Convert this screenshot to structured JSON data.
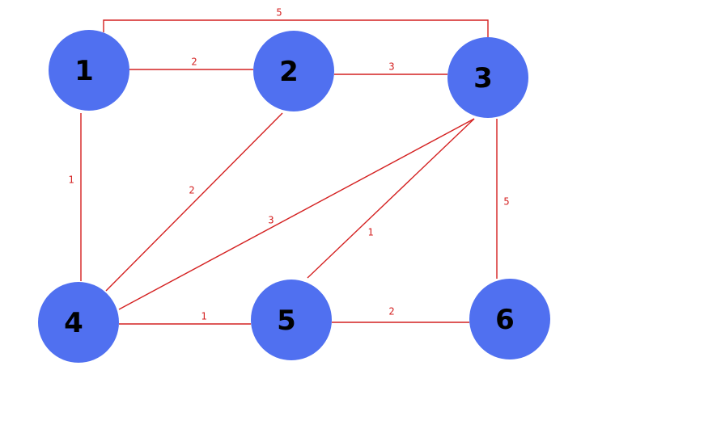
{
  "graph": {
    "nodes": [
      {
        "id": "1",
        "label": "1"
      },
      {
        "id": "2",
        "label": "2"
      },
      {
        "id": "3",
        "label": "3"
      },
      {
        "id": "4",
        "label": "4"
      },
      {
        "id": "5",
        "label": "5"
      },
      {
        "id": "6",
        "label": "6"
      }
    ],
    "edges": [
      {
        "from": "1",
        "to": "3",
        "weight": "5"
      },
      {
        "from": "1",
        "to": "2",
        "weight": "2"
      },
      {
        "from": "2",
        "to": "3",
        "weight": "3"
      },
      {
        "from": "1",
        "to": "4",
        "weight": "1"
      },
      {
        "from": "2",
        "to": "4",
        "weight": "2"
      },
      {
        "from": "3",
        "to": "4",
        "weight": "3"
      },
      {
        "from": "3",
        "to": "5",
        "weight": "1"
      },
      {
        "from": "3",
        "to": "6",
        "weight": "5"
      },
      {
        "from": "4",
        "to": "5",
        "weight": "1"
      },
      {
        "from": "5",
        "to": "6",
        "weight": "2"
      }
    ],
    "colors": {
      "node_fill": "#5070f0",
      "edge_stroke": "#d42020",
      "weight_text": "#d42020",
      "node_text": "#000000"
    }
  }
}
